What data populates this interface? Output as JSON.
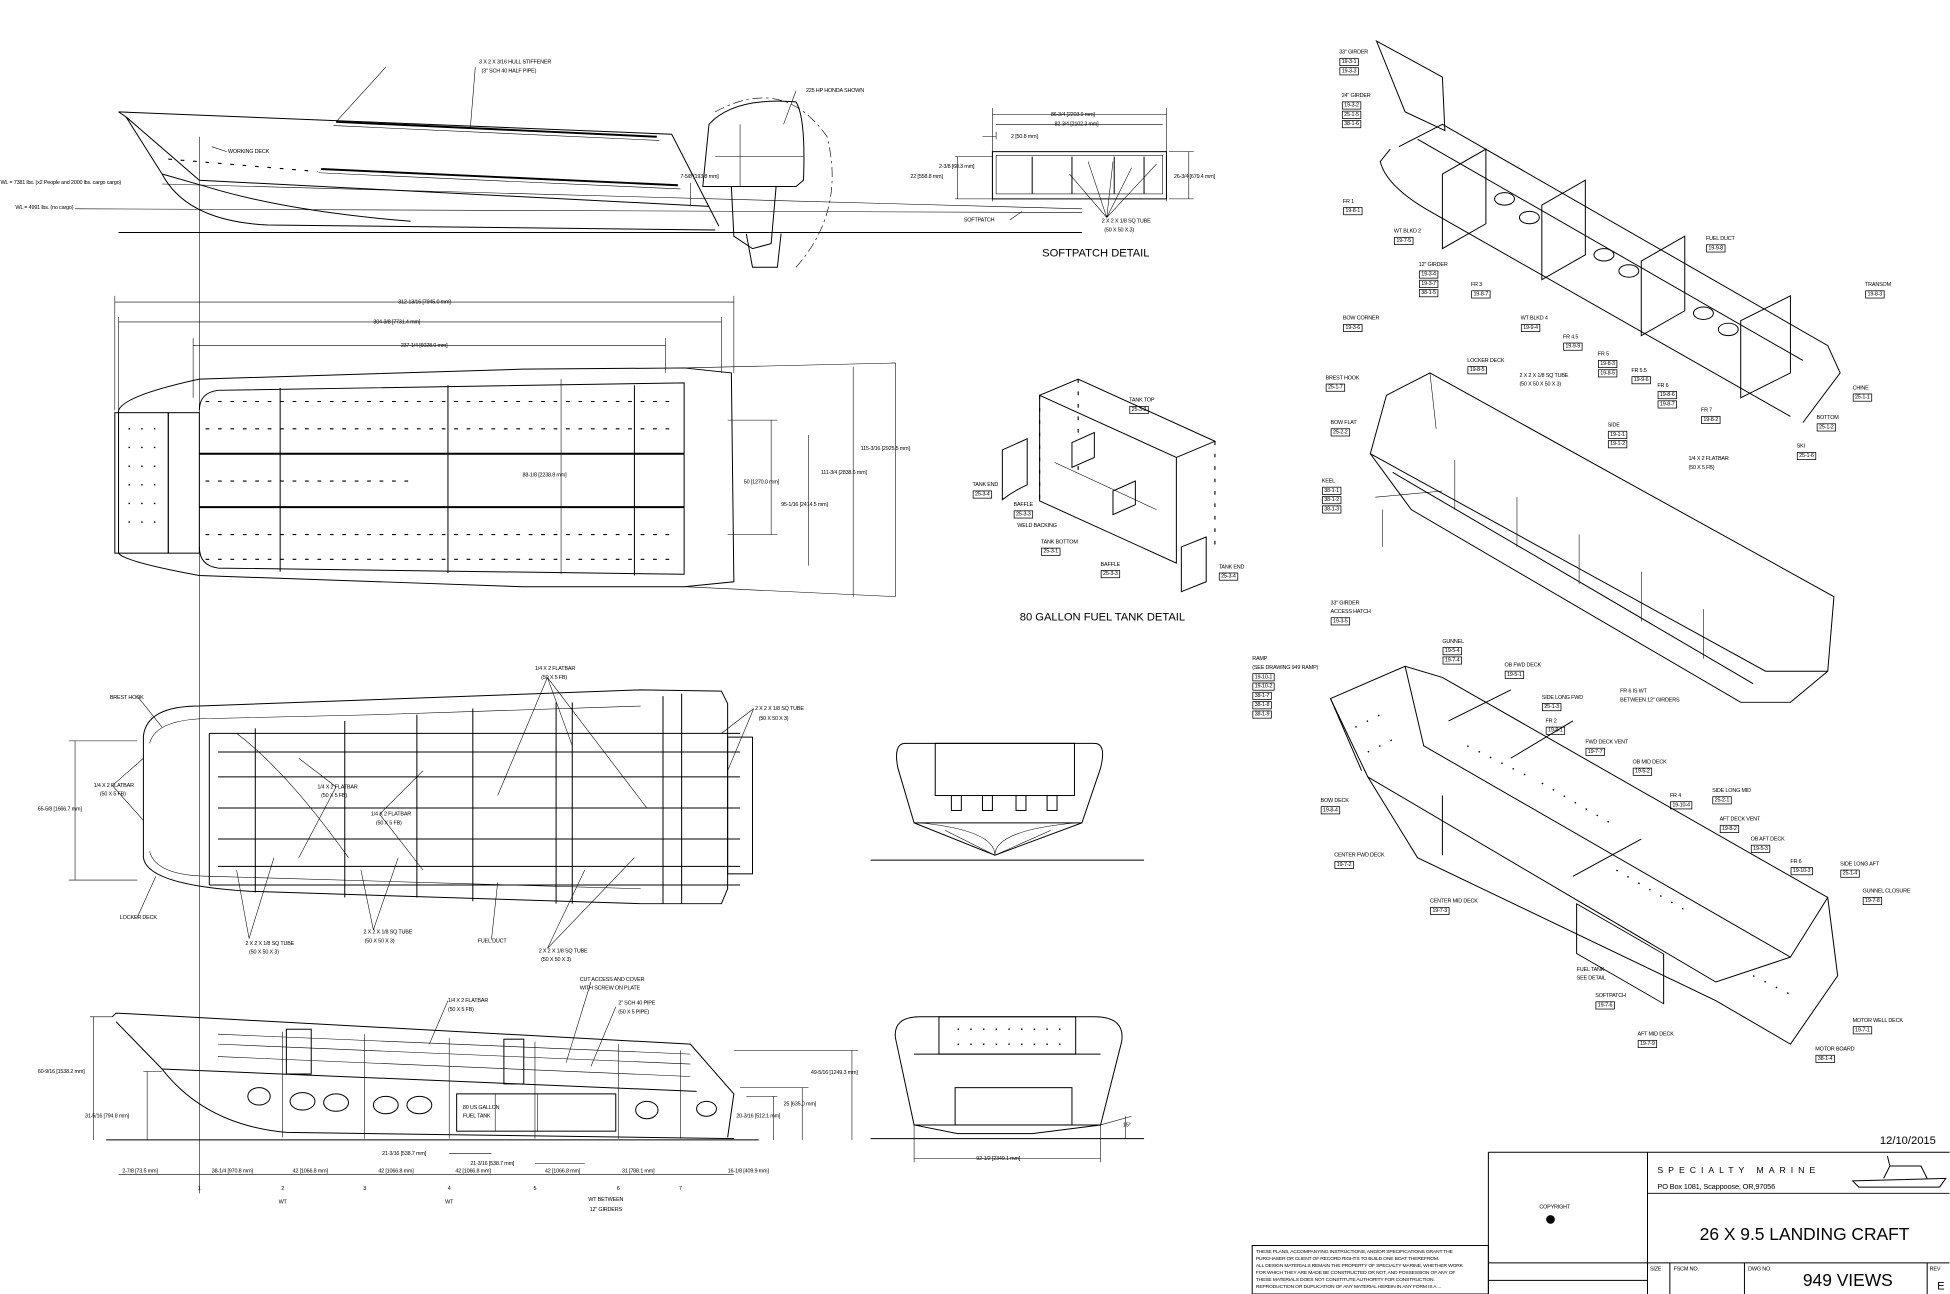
{
  "profile_view": {
    "labels": [
      "3 X 2 X 3/16 HULL STIFFENER",
      "(3\" SCH 40 HALF PIPE)",
      "225 HP HONDA SHOWN",
      "WORKING DECK",
      "WL = 7381 lbs. (x2 People and 2000 lbs. cargo cargo)",
      "WL = 4991 lbs. (no cargo)",
      "7-5/8 [193.8 mm]"
    ]
  },
  "softpatch_detail": {
    "title": "SOFTPATCH DETAIL",
    "labels": [
      "86-3/4 [2203.9 mm]",
      "82-3/4 [2102.3 mm]",
      "2 [50.8 mm]",
      "2-3/8 [60.3 mm]",
      "22 [558.8 mm]",
      "26-3/4 [679.4 mm]",
      "SOFTPATCH",
      "2 X 2 X 1/8 SQ TUBE",
      "(50 X 50 X 3)"
    ]
  },
  "fuel_tank_detail": {
    "title": "80 GALLON FUEL TANK DETAIL",
    "callouts": [
      {
        "lines": [
          "TANK TOP"
        ],
        "parts": [
          "25-3-2"
        ]
      },
      {
        "lines": [
          "TANK END"
        ],
        "parts": [
          "25-3-4"
        ]
      },
      {
        "lines": [
          "BAFFLE"
        ],
        "parts": [
          "25-3-3"
        ]
      },
      {
        "lines": [
          "WELD BACKING"
        ],
        "parts": []
      },
      {
        "lines": [
          "TANK BOTTOM"
        ],
        "parts": [
          "25-3-1"
        ]
      },
      {
        "lines": [
          "BAFFLE"
        ],
        "parts": [
          "25-3-3"
        ]
      },
      {
        "lines": [
          "TANK END"
        ],
        "parts": [
          "25-3-4"
        ]
      }
    ]
  },
  "plan_view": {
    "labels": [
      "312-13/16 [7945.0 mm]",
      "304-3/8 [7731.4 mm]",
      "237-1/4 [6028.0 mm]",
      "88-1/8 [2238.8 mm]",
      "50 [1270.0 mm]",
      "95-1/16 [2414.5 mm]",
      "111-3/4 [2838.6 mm]",
      "115-3/16 [2925.5 mm]"
    ]
  },
  "frame_plan_view": {
    "labels": [
      "1/4 X 2 FLATBAR",
      "(50 X 5 FB)",
      "BREST HOOK",
      "2 X 2 X 1/8 SQ TUBE",
      "(50 X 50 X 3)",
      "1/4 X 2 FLATBAR",
      "(50 X 5 FB)",
      "1/4 X 2 FLATBAR",
      "(50 X 5 FB)",
      "1/4 X 2 FLATBAR",
      "(50 X 5 FB)",
      "65-5/8 [1666.7 mm]",
      "LOCKER DECK",
      "2 X 2 X 1/8 SQ TUBE",
      "(50 X 50 X 3)",
      "2 X 2 X 1/8 SQ TUBE",
      "(50 X 50 X 3)",
      "FUEL DUCT",
      "2 X 2 X 1/8 SQ TUBE",
      "(50 X 50 X 3)"
    ]
  },
  "inboard_profile_view": {
    "labels": [
      "CUT ACCESS AND COVER",
      "WITH SCREW ON PLATE",
      "1/4 X 2 FLATBAR",
      "(50 X 5 FB)",
      "2\" SCH 40 PIPE",
      "(50 X 5 PIPE)",
      "60-9/16 [1538.2 mm]",
      "49-5/16 [1249.3 mm]",
      "31-5/16 [794.8 mm]",
      "25 [635.0 mm]",
      "20-3/16 [512.1 mm]",
      "80 US GALLON",
      "FUEL TANK",
      "21-3/16 [538.7 mm]",
      "21-3/16 [538.7 mm]",
      "2-7/8 [73.5 mm]",
      "38-1/4 [970.8 mm]",
      "42 [1066.8 mm]",
      "42 [1066.8 mm]",
      "42 [1066.8 mm]",
      "42 [1066.8 mm]",
      "31 [788.1 mm]",
      "16-1/8 [409.9 mm]"
    ],
    "stations": [
      "1",
      "2",
      "3",
      "4",
      "5",
      "6",
      "7"
    ],
    "station_notes": [
      "WT",
      "WT",
      "WT BETWEEN",
      "12\" GIRDERS"
    ]
  },
  "section_view": {
    "labels": [
      "92-1/2 [2349.1 mm]",
      "15°"
    ]
  },
  "isometric_callouts": [
    {
      "lines": [
        "33\" GIRDER"
      ],
      "parts": [
        "19-3-1",
        "19-3-3"
      ]
    },
    {
      "lines": [
        "24\" GIRDER"
      ],
      "parts": [
        "19-3-2",
        "25-1-5",
        "38-1-6"
      ]
    },
    {
      "lines": [
        "FR 1"
      ],
      "parts": [
        "19-8-1"
      ]
    },
    {
      "lines": [
        "WT BLKD 2"
      ],
      "parts": [
        "19-7-5"
      ]
    },
    {
      "lines": [
        "12\" GIRDER"
      ],
      "parts": [
        "19-3-4",
        "19-3-7",
        "38-1-5"
      ]
    },
    {
      "lines": [
        "FR 3"
      ],
      "parts": [
        "19-8-7"
      ]
    },
    {
      "lines": [
        "FUEL DUCT"
      ],
      "parts": [
        "19-9-8"
      ]
    },
    {
      "lines": [
        "TRANSOM"
      ],
      "parts": [
        "19-8-3"
      ]
    },
    {
      "lines": [
        "WT BLKD 4"
      ],
      "parts": [
        "19-9-4"
      ]
    },
    {
      "lines": [
        "BOW CORNER"
      ],
      "parts": [
        "19-3-6"
      ]
    },
    {
      "lines": [
        "FR 4.5"
      ],
      "parts": [
        "19-9-9"
      ]
    },
    {
      "lines": [
        "FR 5"
      ],
      "parts": [
        "19-8-3",
        "19-8-5"
      ]
    },
    {
      "lines": [
        "LOCKER DECK"
      ],
      "parts": [
        "19-8-5"
      ]
    },
    {
      "lines": [
        "BREST HOOK"
      ],
      "parts": [
        "25-1-7"
      ]
    },
    {
      "lines": [
        "2 X 2 X 1/8 SQ TUBE",
        "(50 X 50 X 50 X 3)"
      ],
      "parts": []
    },
    {
      "lines": [
        "FR 5.5"
      ],
      "parts": [
        "19-9-6"
      ]
    },
    {
      "lines": [
        "FR 6"
      ],
      "parts": [
        "19-8-6",
        "19-8-7"
      ]
    },
    {
      "lines": [
        "CHINE"
      ],
      "parts": [
        "25-1-1"
      ]
    },
    {
      "lines": [
        "FR 7"
      ],
      "parts": [
        "19-8-2"
      ]
    },
    {
      "lines": [
        "BOTTOM"
      ],
      "parts": [
        "25-1-2"
      ]
    },
    {
      "lines": [
        "BOW FLAT"
      ],
      "parts": [
        "25-2-2"
      ]
    },
    {
      "lines": [
        "SIDE"
      ],
      "parts": [
        "19-1-1",
        "19-1-2"
      ]
    },
    {
      "lines": [
        "SKI"
      ],
      "parts": [
        "25-1-6"
      ]
    },
    {
      "lines": [
        "1/4 X 2 FLATBAR",
        "(50 X 5 FB)"
      ],
      "parts": []
    },
    {
      "lines": [
        "KEEL"
      ],
      "parts": [
        "38-1-1",
        "38-1-2",
        "38-1-3"
      ]
    },
    {
      "lines": [
        "FR 6 IS WT",
        "BETWEEN 12\" GIRDERS"
      ],
      "parts": []
    },
    {
      "lines": [
        "33\" GIRDER",
        "ACCESS HATCH"
      ],
      "parts": [
        "19-3-5"
      ]
    },
    {
      "lines": [
        "GUNNEL"
      ],
      "parts": [
        "19-5-4",
        "19-7-4"
      ]
    },
    {
      "lines": [
        "RAMP",
        "(SEE DRAWING 949 RAMP)"
      ],
      "parts": [
        "19-10-1",
        "19-10-2",
        "38-1-7",
        "38-1-8",
        "38-1-9"
      ]
    },
    {
      "lines": [
        "OB FWD DECK"
      ],
      "parts": [
        "19-5-1"
      ]
    },
    {
      "lines": [
        "SIDE LONG FWD"
      ],
      "parts": [
        "25-1-3"
      ]
    },
    {
      "lines": [
        "FR 2"
      ],
      "parts": [
        "19-8-1"
      ]
    },
    {
      "lines": [
        "FWD DECK VENT"
      ],
      "parts": [
        "19-7-7"
      ]
    },
    {
      "lines": [
        "OB MID DECK"
      ],
      "parts": [
        "19-5-2"
      ]
    },
    {
      "lines": [
        "SIDE LONG MID"
      ],
      "parts": [
        "25-2-1"
      ]
    },
    {
      "lines": [
        "FR 4"
      ],
      "parts": [
        "19-10-4"
      ]
    },
    {
      "lines": [
        "BOW DECK"
      ],
      "parts": [
        "19-8-4"
      ]
    },
    {
      "lines": [
        "AFT DECK VENT"
      ],
      "parts": [
        "19-8-2"
      ]
    },
    {
      "lines": [
        "OB AFT DECK"
      ],
      "parts": [
        "19-5-3"
      ]
    },
    {
      "lines": [
        "CENTER FWD DECK"
      ],
      "parts": [
        "19-7-2"
      ]
    },
    {
      "lines": [
        "FR 6"
      ],
      "parts": [
        "19-10-3"
      ]
    },
    {
      "lines": [
        "SIDE LONG AFT"
      ],
      "parts": [
        "25-1-4"
      ]
    },
    {
      "lines": [
        "GUNNEL CLOSURE"
      ],
      "parts": [
        "19-7-8"
      ]
    },
    {
      "lines": [
        "CENTER MID DECK"
      ],
      "parts": [
        "19-7-3"
      ]
    },
    {
      "lines": [
        "FUEL TANK",
        "SEE DETAIL"
      ],
      "parts": []
    },
    {
      "lines": [
        "SOFTPATCH"
      ],
      "parts": [
        "19-7-6"
      ]
    },
    {
      "lines": [
        "MOTOR WELL DECK"
      ],
      "parts": [
        "19-7-1"
      ]
    },
    {
      "lines": [
        "AFT MID DECK"
      ],
      "parts": [
        "19-7-9"
      ]
    },
    {
      "lines": [
        "MOTOR BOARD"
      ],
      "parts": [
        "38-1-4"
      ]
    }
  ],
  "title_block": {
    "date": "12/10/2015",
    "company": "SPECIALTY MARINE",
    "address": "PO Box 1081, Scappoose, OR,97056",
    "copyright_label": "COPYRIGHT",
    "drawing_title": "26 X 9.5 LANDING CRAFT",
    "size_label": "SIZE",
    "fscm_label": "FSCM NO.",
    "dwg_label": "DWG NO.",
    "dwg_no": "949 VIEWS",
    "rev_label": "REV",
    "rev": "E",
    "disclaimer": [
      "THESE PLANS, ACCOMPANYING INSTRUCTIONS, AND/OR SPECIFICATIONS GRANT THE",
      "PURCHASER OR CLIENT OF RECORD RIGHTS TO BUILD ONE BOAT THEREFROM.",
      "ALL DESIGN MATERIALS REMAIN THE PROPERTY OF SPECIALTY MARINE, WHETHER WORK",
      "FOR WHICH THEY ARE MADE BE CONSTRUCTED OR NOT, AND POSSESSION OF ANY OF",
      "THESE MATERIALS DOES NOT CONSTITUTE AUTHORITY FOR CONSTRUCTION.",
      "REPRODUCTION OR DUPLICATION OF ANY MATERIAL HEREIN IN ANY FORM IS A ..."
    ]
  }
}
